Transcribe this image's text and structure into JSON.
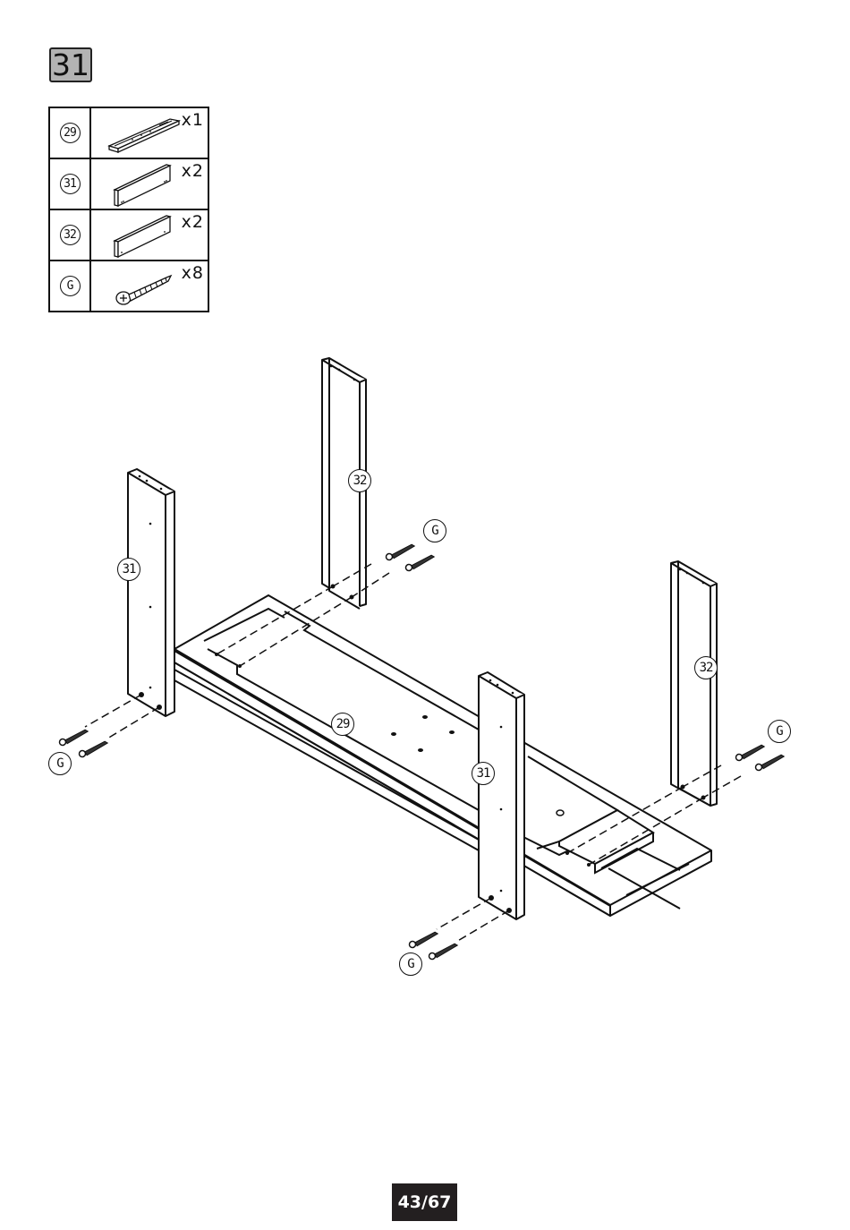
{
  "step": {
    "number": "31"
  },
  "parts_list": [
    {
      "id": "29",
      "quantity": "x1",
      "icon": "base-panel-icon"
    },
    {
      "id": "31",
      "quantity": "x2",
      "icon": "side-board-icon"
    },
    {
      "id": "32",
      "quantity": "x2",
      "icon": "side-board-icon"
    },
    {
      "id": "G",
      "quantity": "x8",
      "icon": "screw-icon"
    }
  ],
  "callouts": {
    "left_board": "31",
    "front_board": "31",
    "back_left_board": "32",
    "back_right_board": "32",
    "base_panel": "29",
    "screws_top": "G",
    "screws_left": "G",
    "screws_right": "G",
    "screws_bottom": "G"
  },
  "page": {
    "number": "43/67"
  }
}
